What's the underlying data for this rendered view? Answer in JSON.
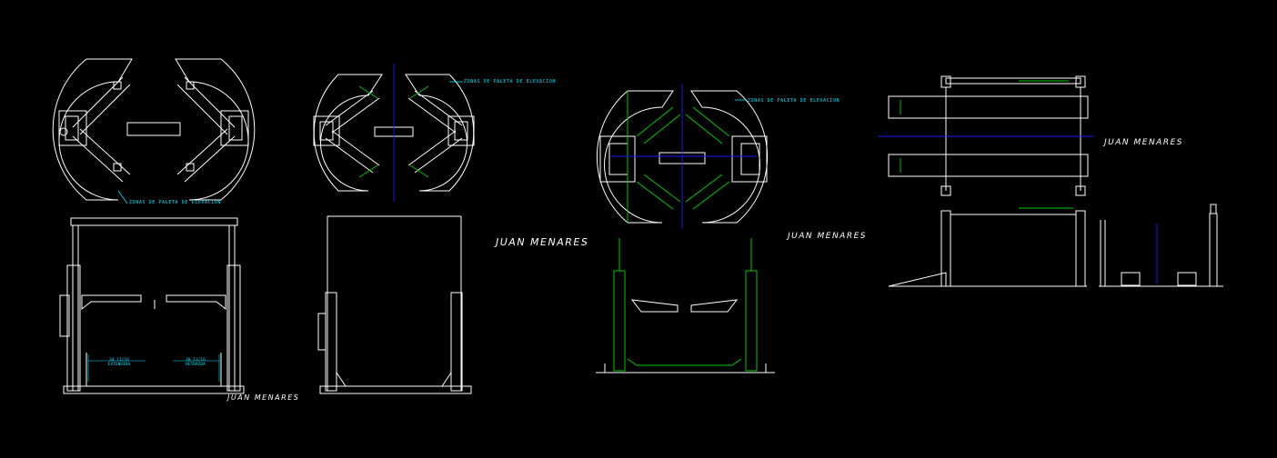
{
  "signature": "JUAN MENARES",
  "zone_note_lower": "ZONAS DE PALETA DE ELEVACION",
  "zone_note_upper": "ZONAS DE PALETA DE ELEVACION",
  "dim_left": {
    "value": "34 11/16",
    "label": "EXTENDIDA"
  },
  "dim_right": {
    "value": "30 13/16",
    "label": "RETRAIDA"
  },
  "colors": {
    "background": "#000000",
    "line": "#ffffff",
    "annotation": "#00e5ff",
    "highlight": "#00c800",
    "centerline": "#1a1aff"
  }
}
